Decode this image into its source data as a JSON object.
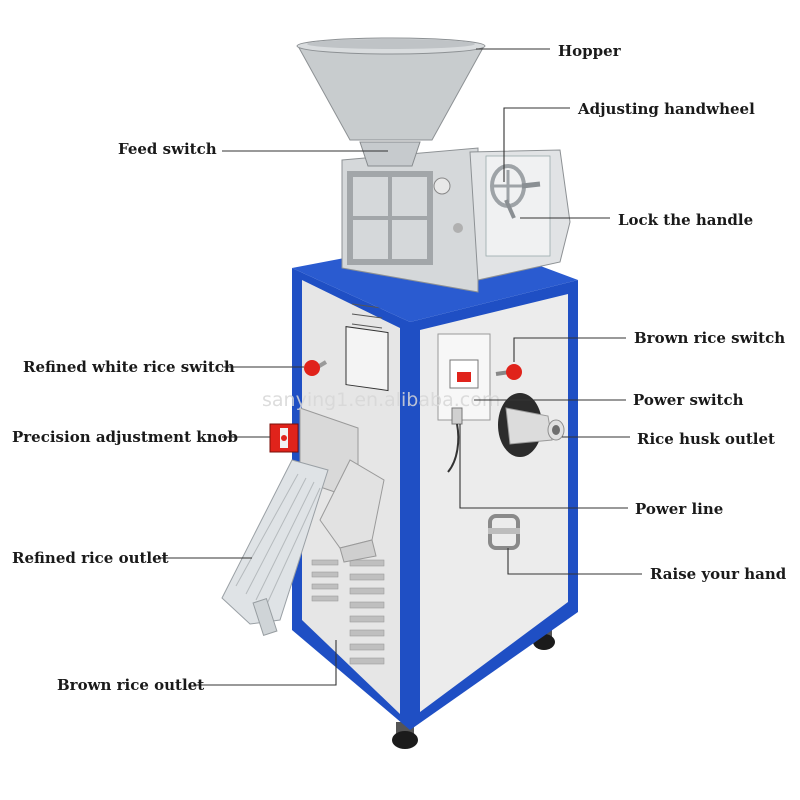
{
  "watermark": "sanying1.en.alibaba.com",
  "colors": {
    "frame_blue": "#1f4fc4",
    "panel_grey": "#e9e9e9",
    "metal_grey": "#c9ccce",
    "switch_red": "#e0231b",
    "label_text": "#1a1a1a"
  },
  "callouts": [
    {
      "id": "hopper",
      "label": "Hopper"
    },
    {
      "id": "adjusting-handwheel",
      "label": "Adjusting handwheel"
    },
    {
      "id": "feed-switch",
      "label": "Feed switch"
    },
    {
      "id": "lock-handle",
      "label": "Lock the handle"
    },
    {
      "id": "brown-rice-switch",
      "label": "Brown rice switch"
    },
    {
      "id": "refined-white-rice-switch",
      "label": "Refined white rice switch"
    },
    {
      "id": "power-switch",
      "label": "Power switch"
    },
    {
      "id": "precision-adjustment-knob",
      "label": "Precision adjustment knob"
    },
    {
      "id": "rice-husk-outlet",
      "label": "Rice husk outlet"
    },
    {
      "id": "power-line",
      "label": "Power line"
    },
    {
      "id": "refined-rice-outlet",
      "label": "Refined rice outlet"
    },
    {
      "id": "raise-your-hand",
      "label": "Raise your hand"
    },
    {
      "id": "brown-rice-outlet",
      "label": "Brown rice outlet"
    }
  ]
}
